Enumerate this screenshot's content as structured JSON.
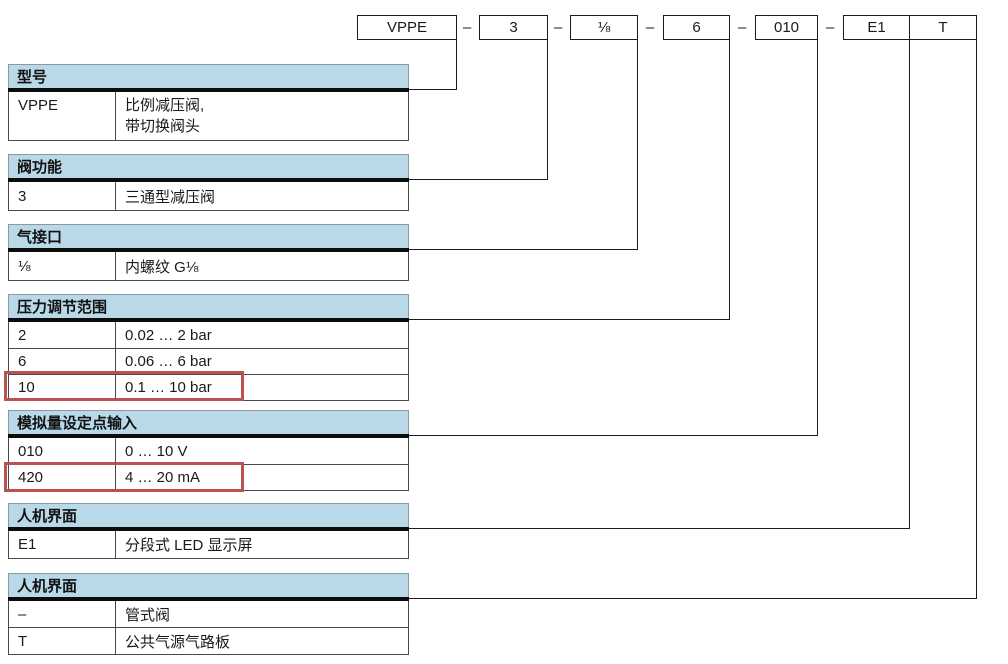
{
  "code_bar": {
    "separator": "–",
    "segments": [
      {
        "label": "VPPE"
      },
      {
        "label": "3"
      },
      {
        "label": "⅛"
      },
      {
        "label": "6"
      },
      {
        "label": "010"
      },
      {
        "label": "E1"
      },
      {
        "label": "T"
      }
    ]
  },
  "sections": [
    {
      "title": "型号",
      "rows": [
        {
          "code": "VPPE",
          "desc": "比例减压阀,\n带切换阀头"
        }
      ]
    },
    {
      "title": "阀功能",
      "rows": [
        {
          "code": "3",
          "desc": "三通型减压阀"
        }
      ]
    },
    {
      "title": "气接口",
      "rows": [
        {
          "code": "⅛",
          "desc": "内螺纹 G⅛"
        }
      ]
    },
    {
      "title": "压力调节范围",
      "rows": [
        {
          "code": "2",
          "desc": "0.02 … 2 bar"
        },
        {
          "code": "6",
          "desc": "0.06 … 6 bar"
        },
        {
          "code": "10",
          "desc": "0.1 … 10 bar",
          "highlighted": true
        }
      ]
    },
    {
      "title": "模拟量设定点输入",
      "rows": [
        {
          "code": "010",
          "desc": "0 … 10 V"
        },
        {
          "code": "420",
          "desc": "4 … 20 mA",
          "highlighted": true
        }
      ]
    },
    {
      "title": "人机界面",
      "rows": [
        {
          "code": "E1",
          "desc": "分段式 LED 显示屏"
        }
      ]
    },
    {
      "title": "人机界面",
      "rows": [
        {
          "code": "–",
          "desc": "管式阀"
        },
        {
          "code": "T",
          "desc": "公共气源气路板"
        }
      ]
    }
  ],
  "colors": {
    "header_bg": "#b9d8e8",
    "highlight_border": "#b9534f",
    "line": "#1c1c1c"
  }
}
